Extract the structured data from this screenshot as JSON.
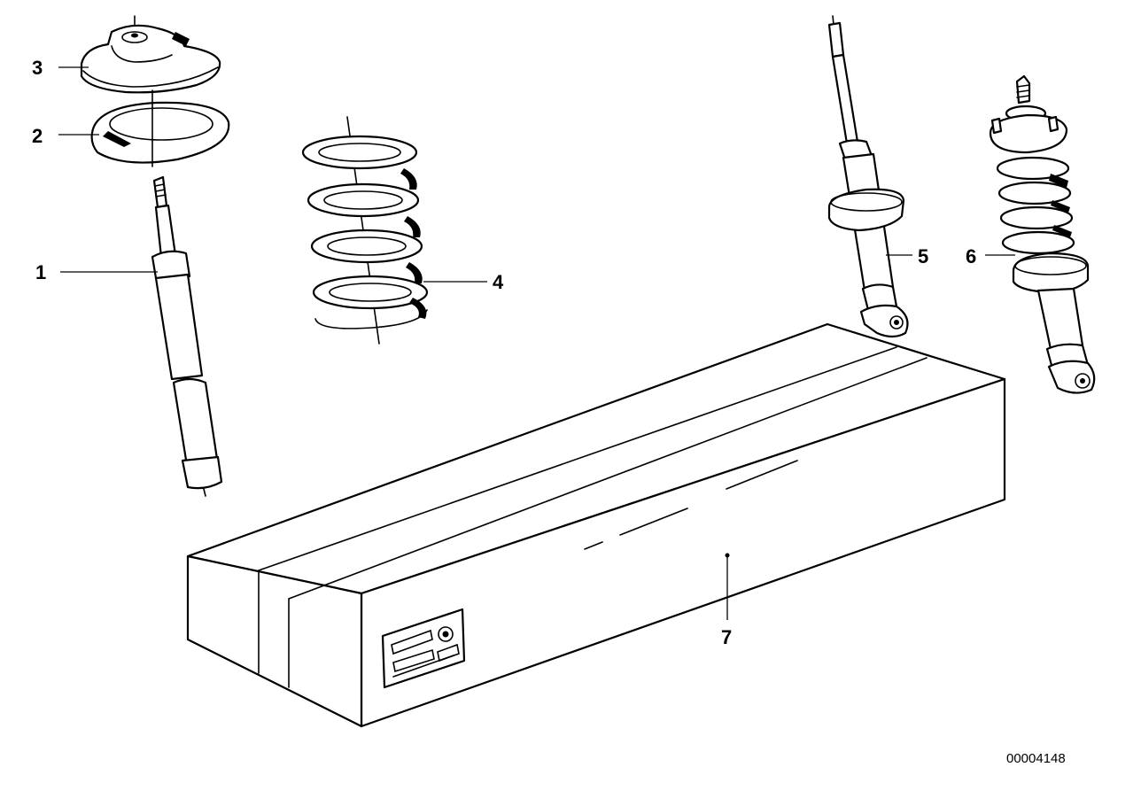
{
  "diagram": {
    "callouts": [
      {
        "id": "1",
        "label": "1"
      },
      {
        "id": "2",
        "label": "2"
      },
      {
        "id": "3",
        "label": "3"
      },
      {
        "id": "4",
        "label": "4"
      },
      {
        "id": "5",
        "label": "5"
      },
      {
        "id": "6",
        "label": "6"
      },
      {
        "id": "7",
        "label": "7"
      }
    ],
    "document_number": "00004148"
  }
}
